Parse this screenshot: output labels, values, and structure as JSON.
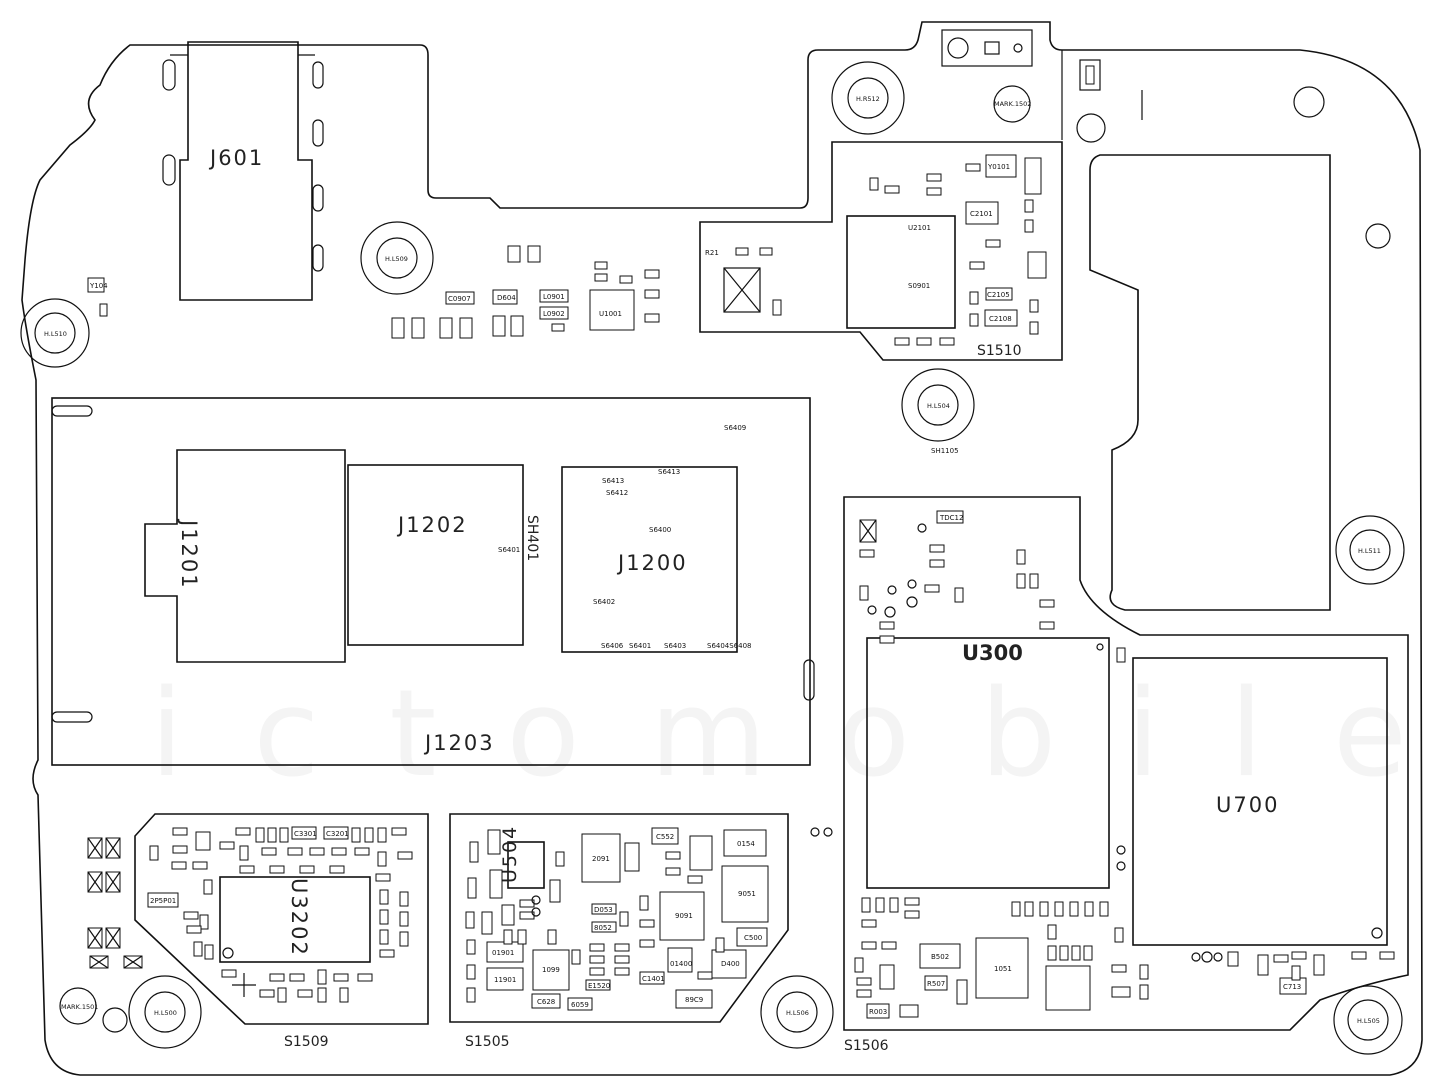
{
  "watermark": "ictomobile",
  "connectors": {
    "j601": "J601",
    "j1201": "J1201",
    "j1202": "J1202",
    "j1200": "J1200",
    "j1203": "J1203"
  },
  "shields": {
    "s1510": "S1510",
    "s1509": "S1509",
    "s1505": "S1505",
    "s1506": "S1506",
    "sh401": "SH401",
    "sh1105": "SH1105"
  },
  "chips": {
    "u300": "U300",
    "u700": "U700",
    "u3202": "U3202",
    "u504": "U504",
    "u2101": "U2101",
    "s0901": "S0901",
    "u1001": "U1001"
  },
  "holes": {
    "h510": "H.L510",
    "h509": "H.L509",
    "h512": "H.R512",
    "h504": "H.L504",
    "h511": "H.L511",
    "h500": "H.L500",
    "h506": "H.L506",
    "h505": "H.L505"
  },
  "marks": {
    "m1502": "MARK.1502",
    "m1501": "MARK.1501"
  },
  "testpoints": {
    "s6409": "S6409",
    "s6413": "S6413",
    "s6413b": "S6413",
    "s6412": "S6412",
    "s6400": "S6400",
    "s6401a": "S6401",
    "s6402": "S6402",
    "s6406": "S6406",
    "s6401": "S6401",
    "s6403": "S6403",
    "s6404": "S6404S6408"
  },
  "small_labels": {
    "y104": "Y104",
    "c0907": "C0907",
    "l0901": "L0901",
    "l0902": "L0902",
    "d604": "D604",
    "r21": "R21",
    "y0101": "Y0101",
    "c2101": "C2101",
    "c2108": "C2108",
    "c2105": "C2105",
    "tdc12": "TDC12",
    "c3301": "C3301",
    "c3201": "C3201",
    "c552": "C552",
    "c500": "C500",
    "d400": "D400",
    "c628": "C628",
    "c713": "C713",
    "r507": "R507",
    "r003": "R003",
    "b502": "B502",
    "l1051": "1051",
    "x2091": "2091",
    "x9051": "9051",
    "x9091": "9091",
    "x0154": "0154",
    "x01901": "01901",
    "x11901": "11901",
    "x1099": "1099",
    "x01400": "01400",
    "x6059": "6059",
    "c1401": "C1401",
    "x89c9": "89C9",
    "x2p5p01": "2P5P01",
    "d053": "D053",
    "x8052": "8052",
    "e1520": "E1520"
  }
}
